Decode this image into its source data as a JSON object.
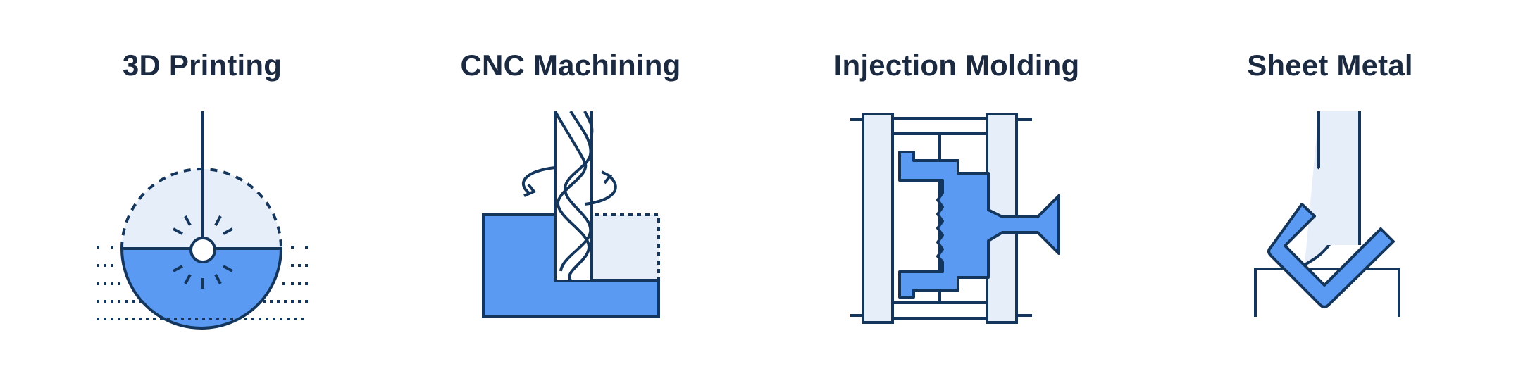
{
  "colors": {
    "outline": "#14365c",
    "fill_light": "#e6eefa",
    "fill_blue": "#5a9af2",
    "title": "#1b2a41",
    "background": "#ffffff"
  },
  "processes": [
    {
      "title": "3D Printing",
      "icon": "3d-printing-icon"
    },
    {
      "title": "CNC Machining",
      "icon": "cnc-machining-icon"
    },
    {
      "title": "Injection Molding",
      "icon": "injection-molding-icon"
    },
    {
      "title": "Sheet Metal",
      "icon": "sheet-metal-icon"
    }
  ]
}
